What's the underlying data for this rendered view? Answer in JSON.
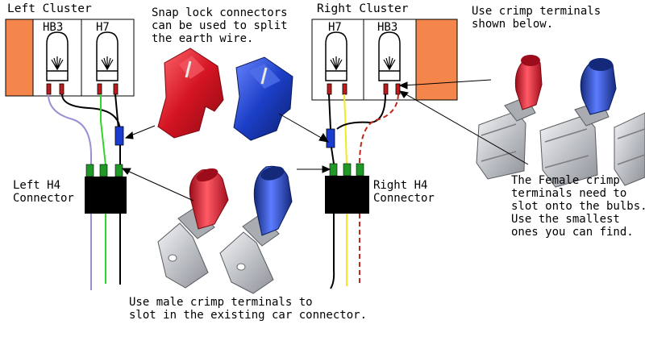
{
  "left_cluster": {
    "title": "Left Cluster",
    "bulbs": [
      {
        "label": "HB3"
      },
      {
        "label": "H7"
      }
    ]
  },
  "right_cluster": {
    "title": "Right Cluster",
    "bulbs": [
      {
        "label": "H7"
      },
      {
        "label": "HB3"
      }
    ]
  },
  "left_connector": {
    "label": "Left H4\nConnector"
  },
  "right_connector": {
    "label": "Right H4\nConnector"
  },
  "annotations": {
    "snap_lock": "Snap lock connectors\ncan be used to split\nthe earth wire.",
    "crimp_terminals": "Use crimp terminals\nshown below.",
    "female_crimp": "The Female crimp\nterminals need to\nslot onto the bulbs.\nUse the smallest\nones you can find.",
    "male_crimp": "Use male crimp terminals to\nslot in the existing car connector."
  },
  "colors": {
    "cluster_fill": "#f4864c",
    "wire_purple": "#9a8fd0",
    "wire_green": "#35d42a",
    "wire_yellow": "#f1ea1d",
    "wire_red": "#c0281c",
    "pin_red": "#c11a1a",
    "pin_green": "#1f9a27",
    "splitter_blue": "#1a3cd0",
    "snap_red": "#d41422",
    "snap_blue": "#1c3fc7",
    "terminal_red": "#d61f30",
    "terminal_blue": "#2347c3",
    "terminal_metal": "#c9cbcf"
  }
}
